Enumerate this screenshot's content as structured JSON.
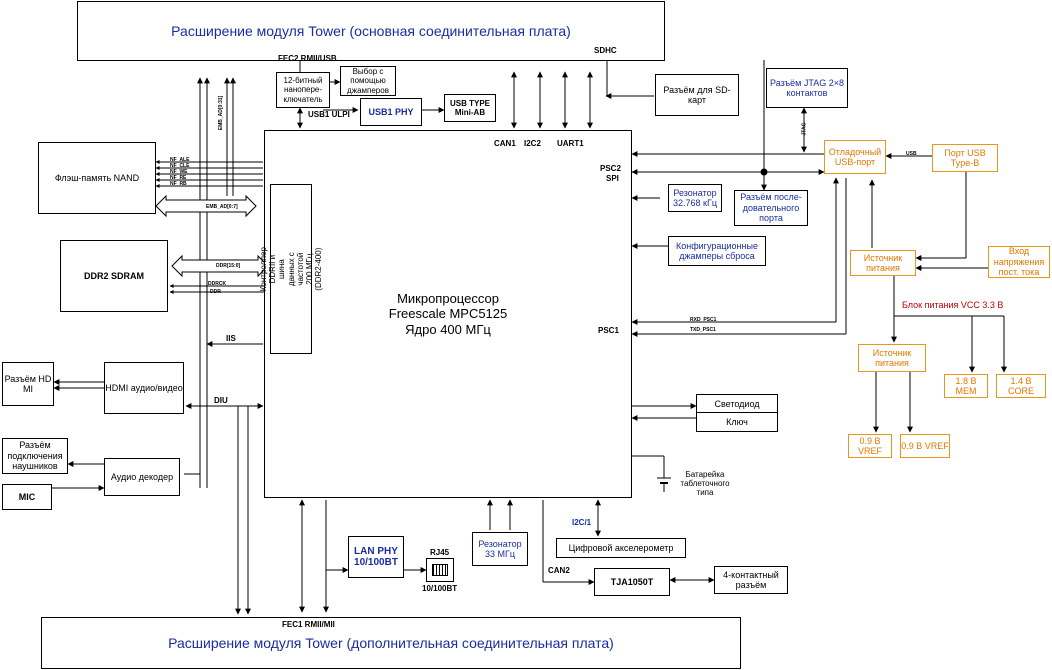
{
  "boxes": {
    "tower_main": "Расширение модуля Tower (основная соединительная плата)",
    "tower_aux": "Расширение модуля Tower (дополнительная соединительная плата)",
    "nanoswitch": "12-битный нанопере-ключатель",
    "jumper_select": "Выбор с помощью джамперов",
    "usb1_phy": "USB1 PHY",
    "usb_type_miniab": "USB TYPE Mini-AB",
    "sd_connector": "Разъём для SD-карт",
    "jtag": "Разъём JTAG 2×8 контактов",
    "debug_usb": "Отладочный USB-порт",
    "usb_type_b": "Порт USB Type-B",
    "nand": "Флэш-память NAND",
    "ddr2": "DDR2 SDRAM",
    "ddr_controller": "Контроллер DDRII и шина данных с частотой 200 МГц (DDR2-400)",
    "cpu": "Микропроцессор Freescale MPC5125 Ядро 400 МГц",
    "resonator_32k": "Резонатор 32.768 кГц",
    "serial_port": "Разъём после-довательного порта",
    "config_jumpers": "Конфигурационные джамперы сброса",
    "power_source_1": "Источник питания",
    "dc_input": "Вход напряжения пост. тока",
    "power_source_2": "Источник питания",
    "v18_mem": "1.8 В MEM",
    "v14_core": "1.4 В CORE",
    "v09_vref_a": "0.9 В VREF",
    "v09_vref_b": "0.9 В VREF",
    "hdmi_connector": "Разъём HD MI",
    "hdmi_av": "HDMI аудио/видео",
    "headphone": "Разъём подключения наушников",
    "audio_decoder": "Аудио декодер",
    "mic": "MIC",
    "led": "Светодиод",
    "key": "Ключ",
    "resonator_33m": "Резонатор 33 МГц",
    "lan_phy": "LAN PHY 10/100BT",
    "accelerometer": "Цифровой акселерометр",
    "tja": "TJA1050T",
    "four_pin": "4-контактный разъём"
  },
  "labels": {
    "fec2": "FEC2 RMII/USB",
    "sdhc": "SDHC",
    "usb1_ulpi": "USB1 ULPI",
    "can1": "CAN1",
    "i2c2": "I2C2",
    "uart1": "UART1",
    "psc2": "PSC2",
    "spi": "SPI",
    "psc1": "PSC1",
    "iis": "IIS",
    "diu": "DIU",
    "emb_ad_top": "EMB_AD[0:31]",
    "emb_ad_nand": "EMB_AD[0:7]",
    "ddr_bus": "DDR[15:0]",
    "ddr_ctrl_a": "DDRCK",
    "ddr_ctrl_b": "DDR",
    "nf_1": "NF_ALE",
    "nf_2": "NF_CLE",
    "nf_3": "NF_WE",
    "nf_4": "NF_RE",
    "nf_5": "NF_RB",
    "usb_small": "USB",
    "psc_small_1": "RXD_PSC1",
    "psc_small_2": "TXD_PSC1",
    "jtag_small": "JTAG",
    "battery": "Батарейка таблеточного типа",
    "i2c1": "I2C/1",
    "can2": "CAN2",
    "rj45": "RJ45",
    "rj45_speed": "10/100BT",
    "fec1": "FEC1 RMII/MII",
    "vcc_block": "Блок питания VCC 3.3 В"
  },
  "colors": {
    "power_orange": "#e07800",
    "link_blue": "#1a2da0",
    "vcc_red": "#c00000"
  }
}
